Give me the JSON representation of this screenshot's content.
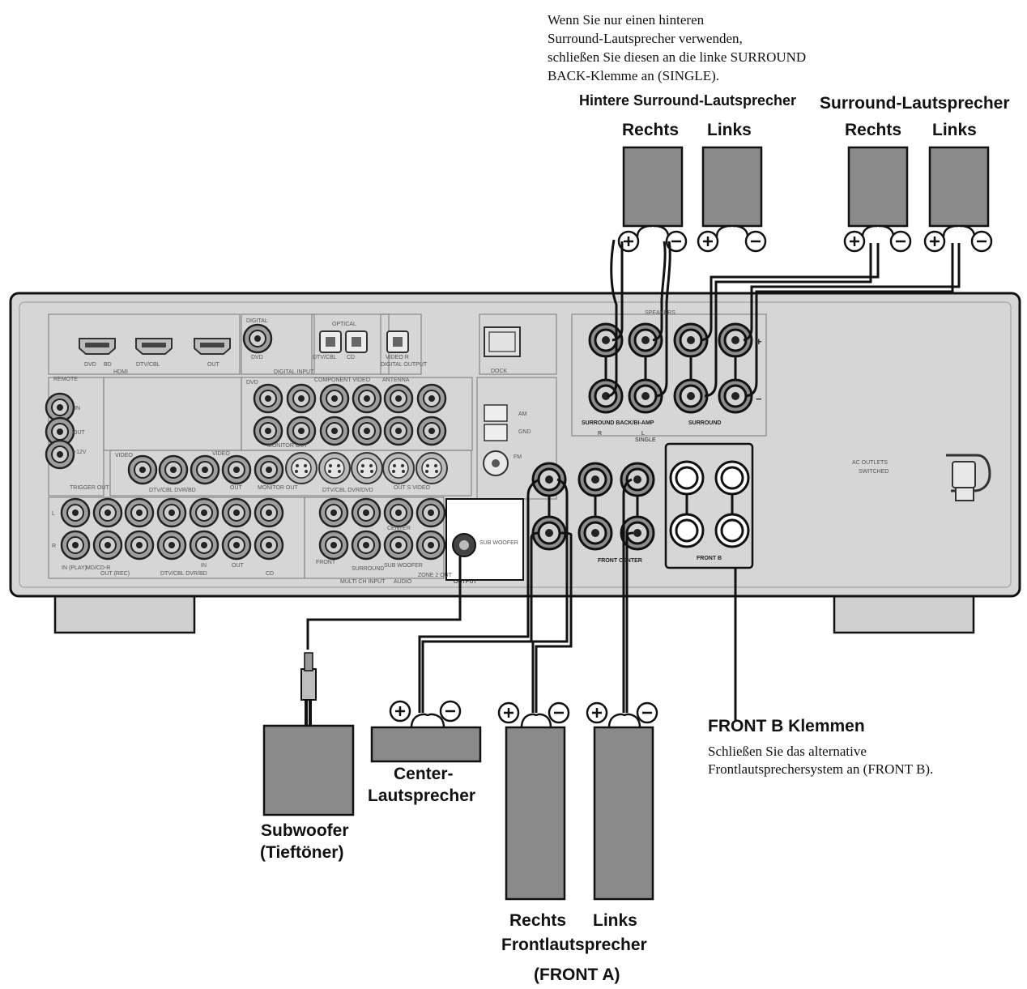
{
  "note": {
    "lines": [
      "Wenn Sie nur einen hinteren",
      "Surround-Lautsprecher verwenden,",
      "schließen Sie diesen an die linke SURROUND",
      "BACK-Klemme an (SINGLE)."
    ]
  },
  "surround_back": {
    "title": "Hintere Surround-Lautsprecher",
    "right": "Rechts",
    "left": "Links"
  },
  "surround": {
    "title": "Surround-Lautsprecher",
    "right": "Rechts",
    "left": "Links"
  },
  "terminal_signs": {
    "plus": "+",
    "minus": "−"
  },
  "panel": {
    "hdmi": [
      "DVD",
      "BD",
      "DTV/CBL",
      "OUT"
    ],
    "hdmi_title": "HDMI",
    "digital": "DIGITAL",
    "optical": "OPTICAL",
    "coaxial_dvd": "DVD",
    "optical_inputs": [
      "DTV/CBL",
      "CD"
    ],
    "digital_output": "DIGITAL OUTPUT",
    "video_r": "VIDEO R",
    "digital_input": "DIGITAL INPUT",
    "dock": "DOCK",
    "speakers": "SPEAKERS",
    "remote": "REMOTE",
    "remote_in": "IN",
    "remote_out": "OUT",
    "plus12v": "+12V",
    "trigger_out": "TRIGGER OUT",
    "component_video": "COMPONENT VIDEO",
    "antenna": "ANTENNA",
    "dvd": "DVD",
    "monitor_out": "MONITOR OUT",
    "am": "AM",
    "gnd": "GND",
    "fm": "FM",
    "video_section": "VIDEO",
    "video": "VIDEO",
    "dtv_dvd": "DTV/CBL DVR/BD",
    "s_video": "DTV/CBL DVR/DVD",
    "out": "OUT",
    "monitor": "MONITOR OUT",
    "out_s": "OUT S VIDEO",
    "audio_l": "L",
    "audio_r": "R",
    "in_play": "IN (PLAY)",
    "md_cdr": "MD/CD-R",
    "rec": "OUT (REC)",
    "audio_dtv": "DTV/CBL DVR/BD",
    "audio_in": "IN",
    "audio_out": "OUT",
    "cd": "CD",
    "front": "FRONT",
    "center": "CENTER",
    "surround_short": "SURROUND",
    "sub_woofer": "SUB WOOFER",
    "multi_ch": "MULTI CH INPUT",
    "audio": "AUDIO",
    "zone2": "ZONE 2 OUT",
    "sub_lbl": "SUB WOOFER",
    "output": "OUTPUT",
    "surround_back_amp": "SURROUND BACK/BI-AMP",
    "r_mark": "R",
    "l_mark": "L",
    "single": "SINGLE",
    "surround_lbl": "SURROUND",
    "front_center_lbl": "FRONT  CENTER",
    "front_b_lbl": "FRONT B",
    "ac_outlets": "AC OUTLETS",
    "switched": "SWITCHED"
  },
  "front_b": {
    "title": "FRONT B Klemmen",
    "desc": [
      "Schließen Sie das alternative",
      "Frontlautsprechersystem an (FRONT B)."
    ]
  },
  "subwoofer": {
    "line1": "Subwoofer",
    "line2": "(Tieftöner)"
  },
  "center": {
    "line1": "Center-",
    "line2": "Lautsprecher"
  },
  "front": {
    "right": "Rechts",
    "left": "Links",
    "title": "Frontlautsprecher",
    "sub": "(FRONT A)"
  },
  "colors": {
    "panel": "#d6d6d6",
    "speaker": "#8a8a8a",
    "cable": "#111111"
  }
}
